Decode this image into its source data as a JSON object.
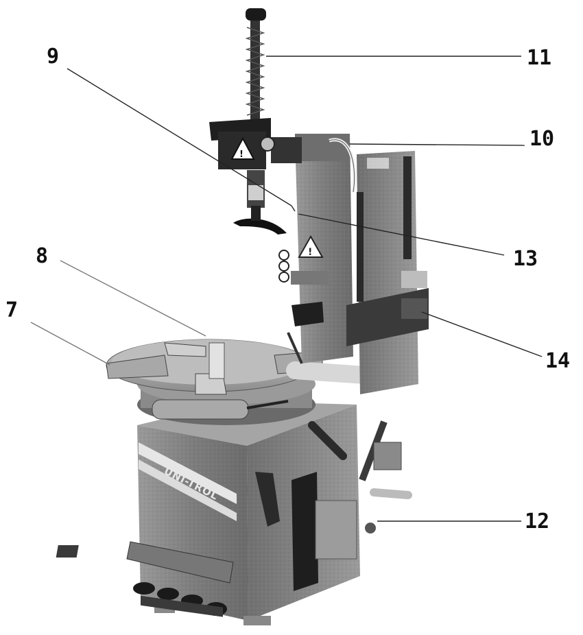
{
  "brand_text": "UNI-TROL",
  "callouts": [
    {
      "id": "7",
      "label": "7"
    },
    {
      "id": "8",
      "label": "8"
    },
    {
      "id": "9",
      "label": "9"
    },
    {
      "id": "10",
      "label": "10"
    },
    {
      "id": "11",
      "label": "11"
    },
    {
      "id": "12",
      "label": "12"
    },
    {
      "id": "13",
      "label": "13"
    },
    {
      "id": "14",
      "label": "14"
    }
  ],
  "colors": {
    "body": "#8a8a8a",
    "dark": "#2a2a2a",
    "metal": "#b5b5b5",
    "light": "#d9d9d9",
    "background": "#ffffff"
  }
}
